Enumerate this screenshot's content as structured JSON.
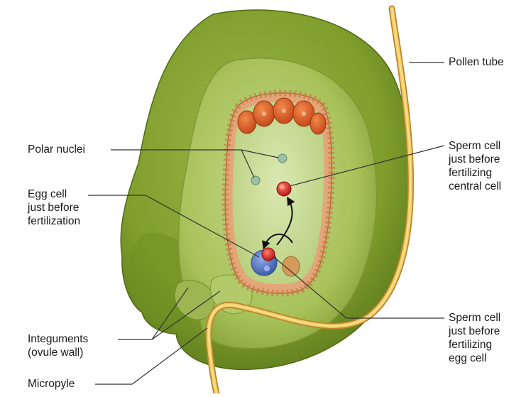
{
  "labels": {
    "pollen_tube": [
      "Pollen tube"
    ],
    "polar_nuclei": [
      "Polar nuclei"
    ],
    "egg_cell": [
      "Egg cell",
      "just before",
      "fertilization"
    ],
    "sperm_central": [
      "Sperm cell",
      "just before",
      "fertilizing",
      "central cell"
    ],
    "sperm_egg": [
      "Sperm cell",
      "just before",
      "fertilizing",
      "egg cell"
    ],
    "integuments": [
      "Integuments",
      "(ovule wall)"
    ],
    "micropyle": [
      "Micropyle"
    ]
  },
  "colors": {
    "outer_integument": "#7f9e2c",
    "inner_integument": "#a8c25a",
    "embryo_sac": "#c9dc97",
    "sac_wall": "#e0a070",
    "antipodal_cells": "#d85a22",
    "pollen_tube": "#e8b84a",
    "sperm_cell": "#d8282a",
    "egg_cell": "#5a7cc8",
    "polar_nucleus": "#8fb59a",
    "leader_line": "#333333"
  }
}
